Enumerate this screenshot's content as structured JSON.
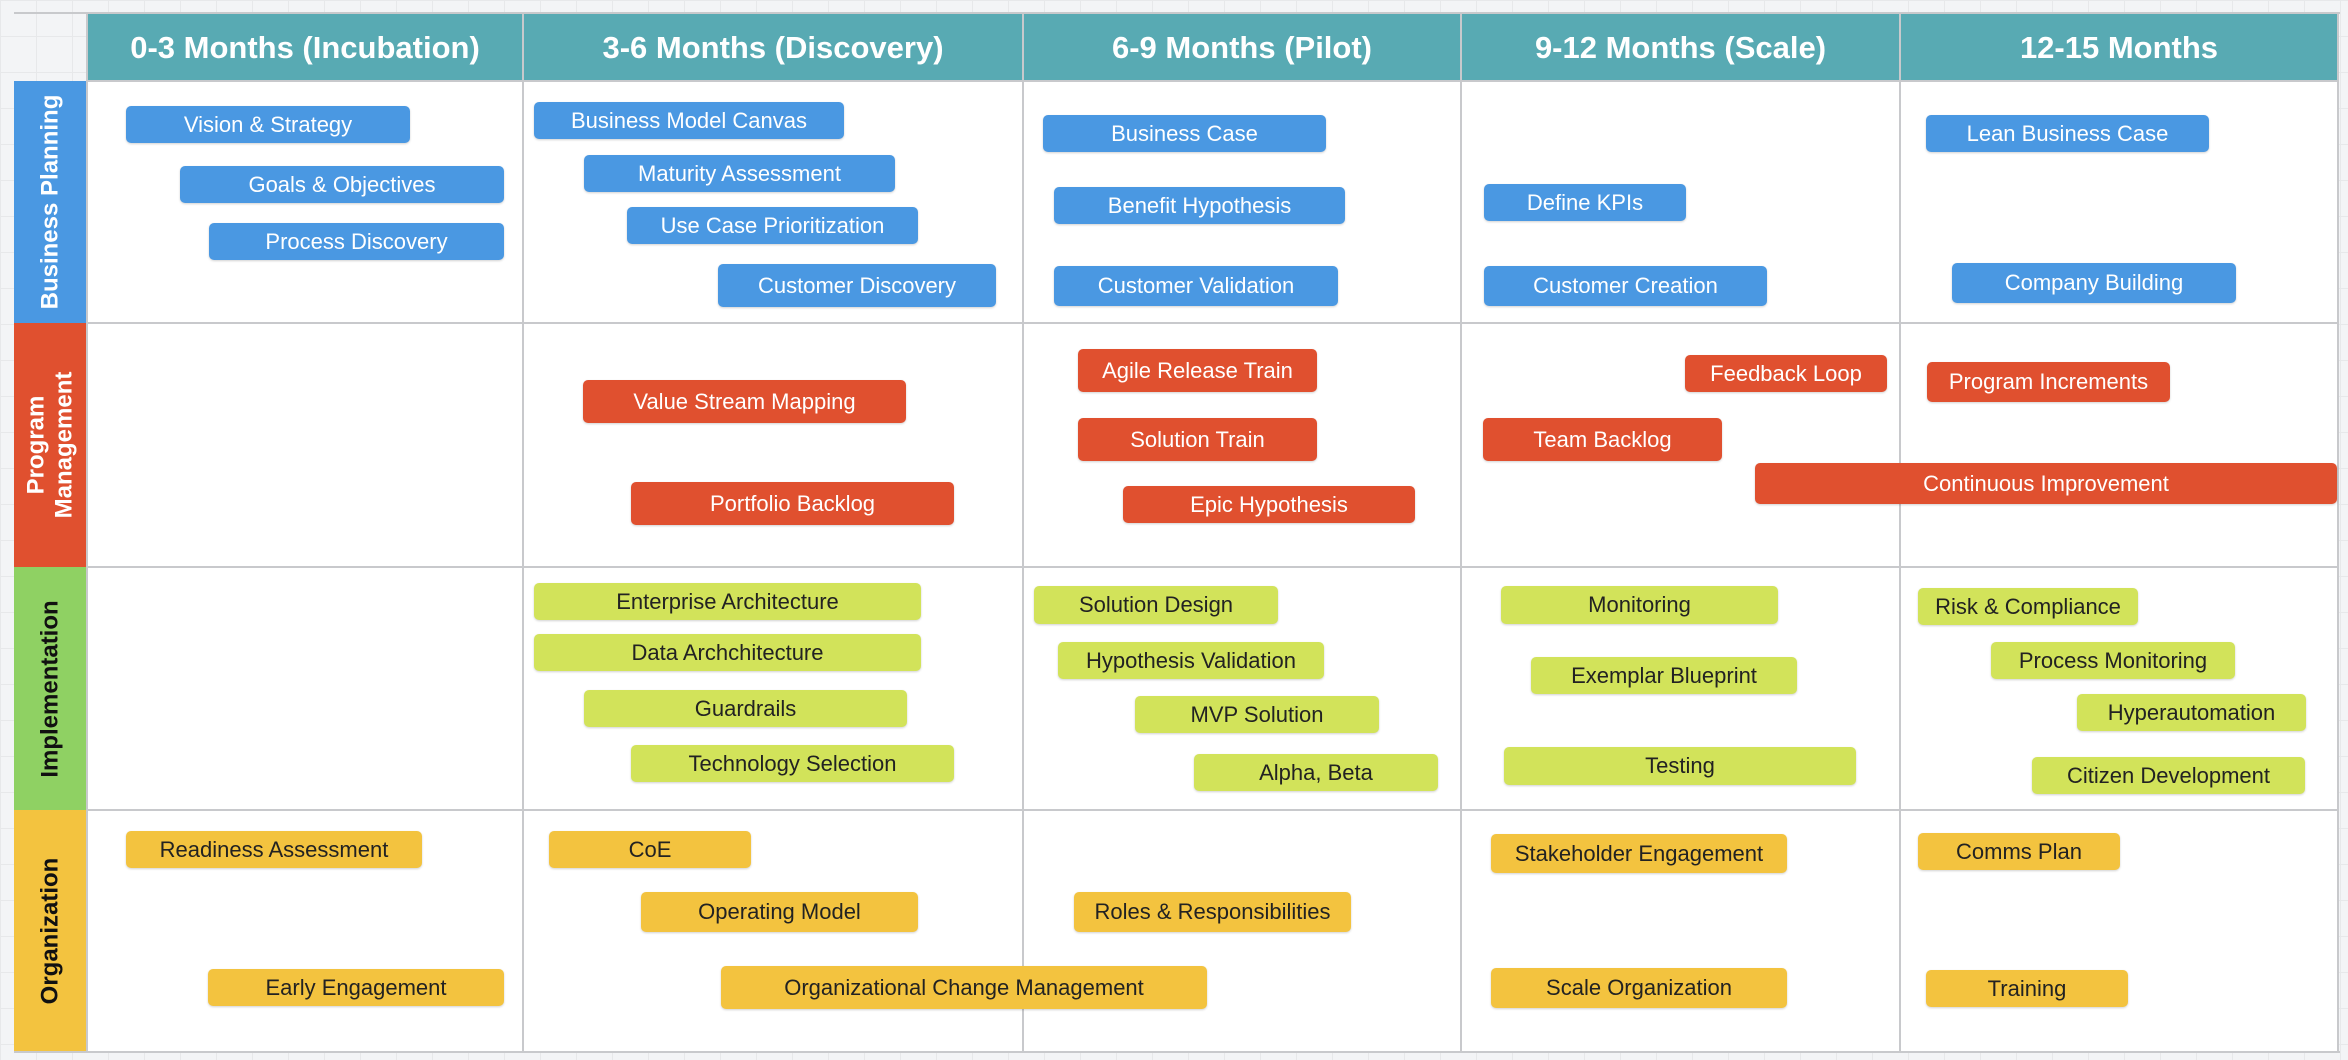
{
  "colors": {
    "header": "#58aab3",
    "business_planning": "#4a98e2",
    "program_management": "#e0502f",
    "implementation": "#8fd163",
    "organization": "#f3c33f",
    "chip_lime": "#d2e35a"
  },
  "columns": [
    {
      "label": "0-3 Months (Incubation)"
    },
    {
      "label": "3-6 Months (Discovery)"
    },
    {
      "label": "6-9 Months (Pilot)"
    },
    {
      "label": "9-12 Months (Scale)"
    },
    {
      "label": "12-15 Months"
    }
  ],
  "rows": [
    {
      "label": "Business Planning"
    },
    {
      "label": "Program\nManagement"
    },
    {
      "label": "Implementation"
    },
    {
      "label": "Organization"
    }
  ],
  "business_planning": [
    "Vision & Strategy",
    "Goals & Objectives",
    "Process Discovery",
    "Business Model Canvas",
    "Maturity Assessment",
    "Use Case Prioritization",
    "Customer Discovery",
    "Business Case",
    "Benefit Hypothesis",
    "Customer Validation",
    "Define KPIs",
    "Customer Creation",
    "Lean Business Case",
    "Company Building"
  ],
  "program_management": [
    "Value Stream Mapping",
    "Portfolio Backlog",
    "Agile Release Train",
    "Solution Train",
    "Epic Hypothesis",
    "Feedback Loop",
    "Team Backlog",
    "Program Increments",
    "Continuous Improvement"
  ],
  "implementation": [
    "Enterprise Architecture",
    "Data Archchitecture",
    "Guardrails",
    "Technology Selection",
    "Solution Design",
    "Hypothesis Validation",
    "MVP Solution",
    "Alpha, Beta",
    "Monitoring",
    "Exemplar Blueprint",
    "Testing",
    "Risk & Compliance",
    "Process Monitoring",
    "Hyperautomation",
    "Citizen Development"
  ],
  "organization": [
    "Readiness Assessment",
    "Early Engagement",
    "CoE",
    "Operating Model",
    "Organizational Change Management",
    "Roles & Responsibilities",
    "Stakeholder Engagement",
    "Scale Organization",
    "Comms Plan",
    "Training"
  ]
}
